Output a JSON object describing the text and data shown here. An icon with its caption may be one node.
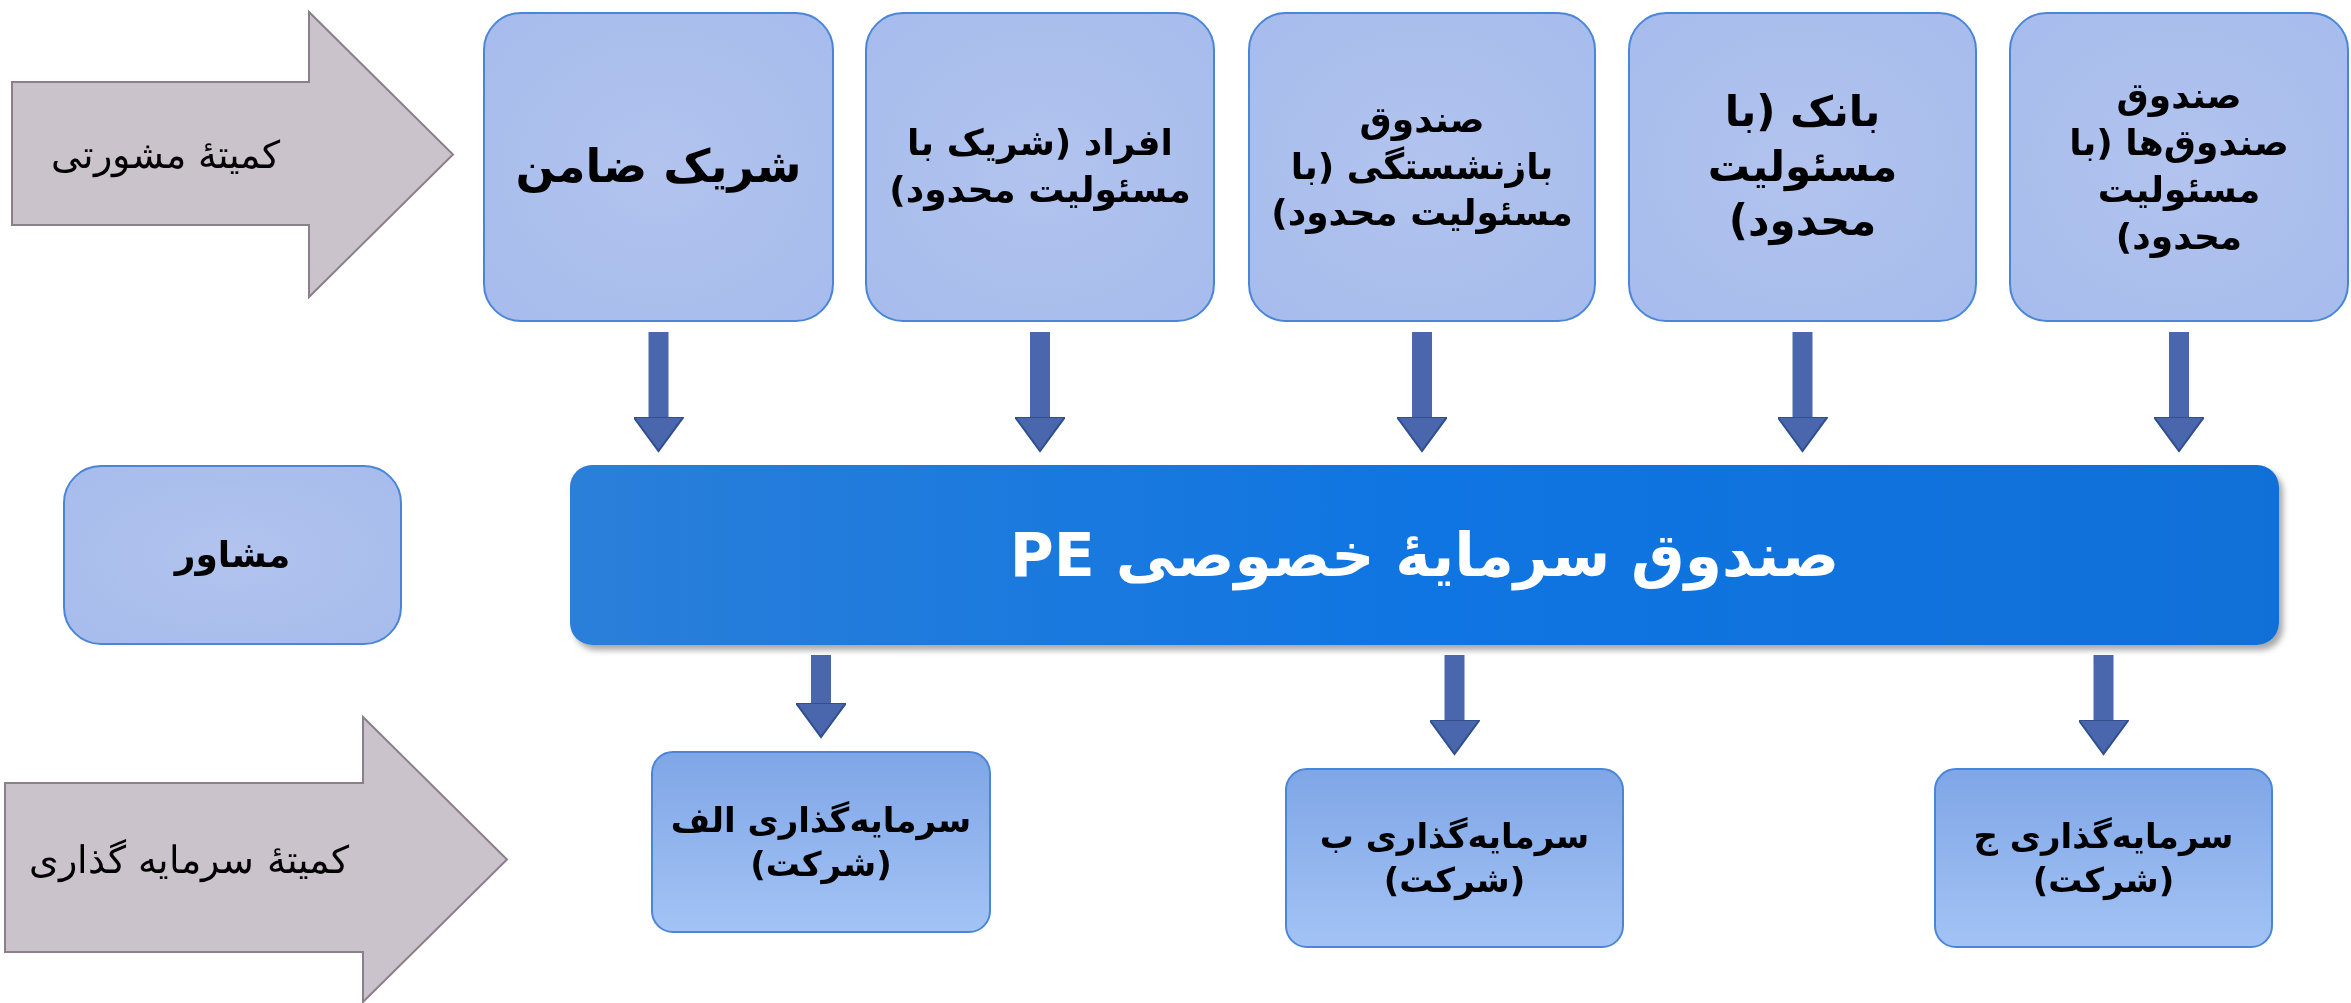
{
  "diagram": {
    "nodes": [
      {
        "text": [
          "کمیتهٔ مشورتی"
        ]
      },
      {
        "text": [
          "شریک ضامن"
        ]
      },
      {
        "text": [
          "افراد (شریک با مسئولیت محدود)"
        ]
      },
      {
        "text": [
          "صندوق بازنشستگی (با مسئولیت محدود)"
        ]
      },
      {
        "text": [
          "بانک (با مسئولیت محدود)"
        ]
      },
      {
        "text": [
          "صندوق صندوق‌ها (با مسئولیت محدود)"
        ]
      },
      {
        "text": [
          "مشاور"
        ]
      },
      {
        "text": [
          "صندوق سرمایهٔ خصوصی PE"
        ]
      },
      {
        "text": [
          "کمیتهٔ سرمایه گذاری"
        ]
      },
      {
        "text": [
          "سرمایه‌گذاری الف (شرکت)"
        ]
      },
      {
        "text": [
          "سرمایه‌گذاری ب (شرکت)"
        ]
      },
      {
        "text": [
          "سرمایه‌گذاری ج (شرکت)"
        ]
      }
    ],
    "edges": [
      {
        "from": 1,
        "to": 7,
        "arrow": "to"
      },
      {
        "from": 2,
        "to": 7,
        "arrow": "to"
      },
      {
        "from": 3,
        "to": 7,
        "arrow": "to"
      },
      {
        "from": 4,
        "to": 7,
        "arrow": "to"
      },
      {
        "from": 5,
        "to": 7,
        "arrow": "to"
      },
      {
        "from": 7,
        "to": 9,
        "arrow": "to"
      },
      {
        "from": 7,
        "to": 10,
        "arrow": "to"
      },
      {
        "from": 7,
        "to": 11,
        "arrow": "to"
      }
    ]
  }
}
